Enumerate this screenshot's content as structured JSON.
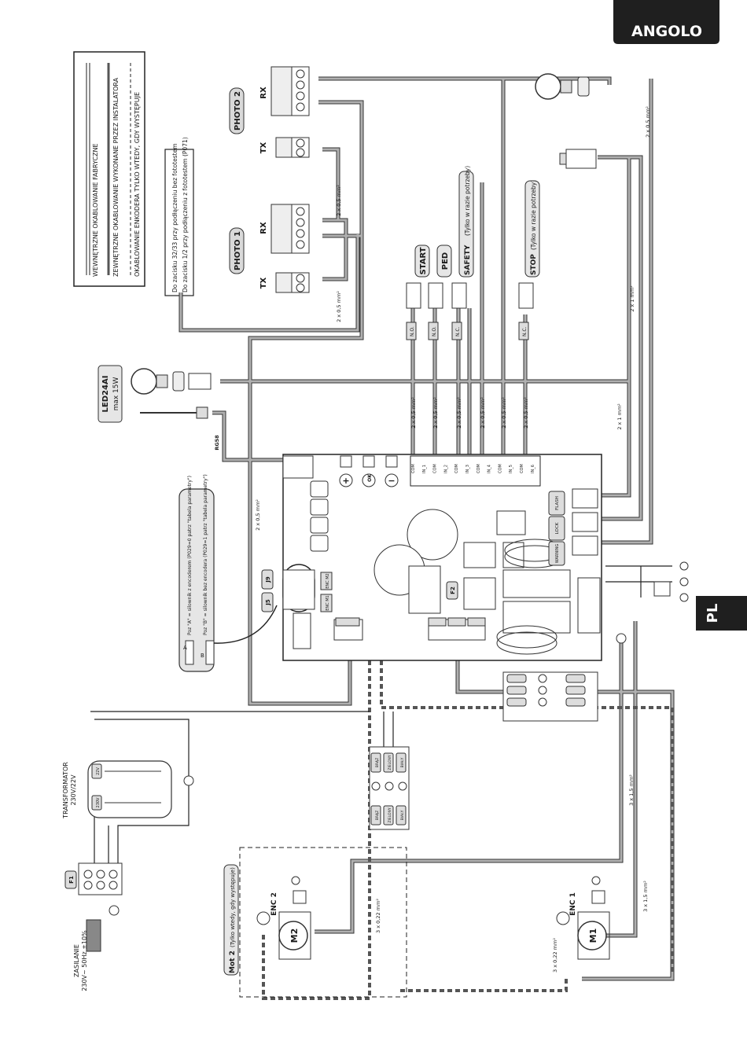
{
  "header": {
    "brand": "ANGOLO",
    "lang_tab": "PL"
  },
  "legend": {
    "items": [
      "WEWNĘTRZNE OKABLOWANIE FABRYCZNE",
      "ZEWNĘTRZNE OKABLOWANIE WYKONANE PRZEZ INSTALATORA",
      "OKABLOWANIE ENKODERA TYLKO WTEDY, GDY WYSTĘPUJE"
    ]
  },
  "note_photo": {
    "line1": "Do zacisku 32/33 przy podłączeniu bez fototestem",
    "line2": "Do zacisku 1/2 przy podłączeniu z fototestem (P071)"
  },
  "photo2": {
    "title": "PHOTO 2",
    "rx": "RX",
    "tx": "TX"
  },
  "photo1": {
    "title": "PHOTO 1",
    "rx": "RX",
    "tx": "TX"
  },
  "buttons": {
    "start": "START",
    "ped": "PED",
    "safety": "SAFETY",
    "safety_note": "(Tylko w razie potrzeby)",
    "stop": "STOP",
    "stop_note": "(Tylko w razie potrzeby)",
    "no": "N.O.",
    "nc": "N.C."
  },
  "cables": {
    "c05": "2 x 0,5 mm²",
    "c1": "2 x 1 mm²",
    "c15": "3 x 1,5 mm²",
    "c022": "3 x 0,22 mm²",
    "rg58": "RG58"
  },
  "led": {
    "name": "LED24AI",
    "power": "max 15W"
  },
  "board_terminals": [
    "COM",
    "IN_1",
    "COM",
    "IN_2",
    "COM",
    "IN_3",
    "COM",
    "IN_4",
    "COM",
    "IN_5",
    "COM",
    "IN_6"
  ],
  "board_buttons": [
    "+",
    "OK",
    "−"
  ],
  "board_labels": {
    "flash": "FLASH",
    "lock": "LOCK",
    "warning": "WARNING",
    "f2": "F2",
    "j5": "J5",
    "j9": "J9",
    "enc_m1": "ENC M1",
    "enc_m2": "ENC M2"
  },
  "jumper_note": {
    "a": "Poz \"A\" = silownik z encoderem (P029=0 patrz \"tabela parametry\")",
    "b": "Poz \"B\" = silownik bez encodera (P029=1 patrz \"tabela parametry\")",
    "label_a": "A",
    "label_b": "B"
  },
  "transformer": {
    "title": "TRANSFORMATOR",
    "spec": "230V/22V",
    "in": "230V",
    "out": "22V"
  },
  "power": {
    "title": "ZASILANIE",
    "spec": "230V~ 50Hz ±10%",
    "fuse": "F1"
  },
  "motors": {
    "m1": "M1",
    "m2": "M2",
    "enc1": "ENC 1",
    "enc2": "ENC 2",
    "mot2": "Mot 2",
    "mot2_note": "(Tylko wtedy, gdy występuje)"
  },
  "wire_colors": [
    "BIAŁY",
    "BRĄZ",
    "ZIELONY"
  ],
  "colors": {
    "wire_gray": "#8c8c8c",
    "wire_dark": "#2b2b2b",
    "badge": "#1a1a1a"
  }
}
